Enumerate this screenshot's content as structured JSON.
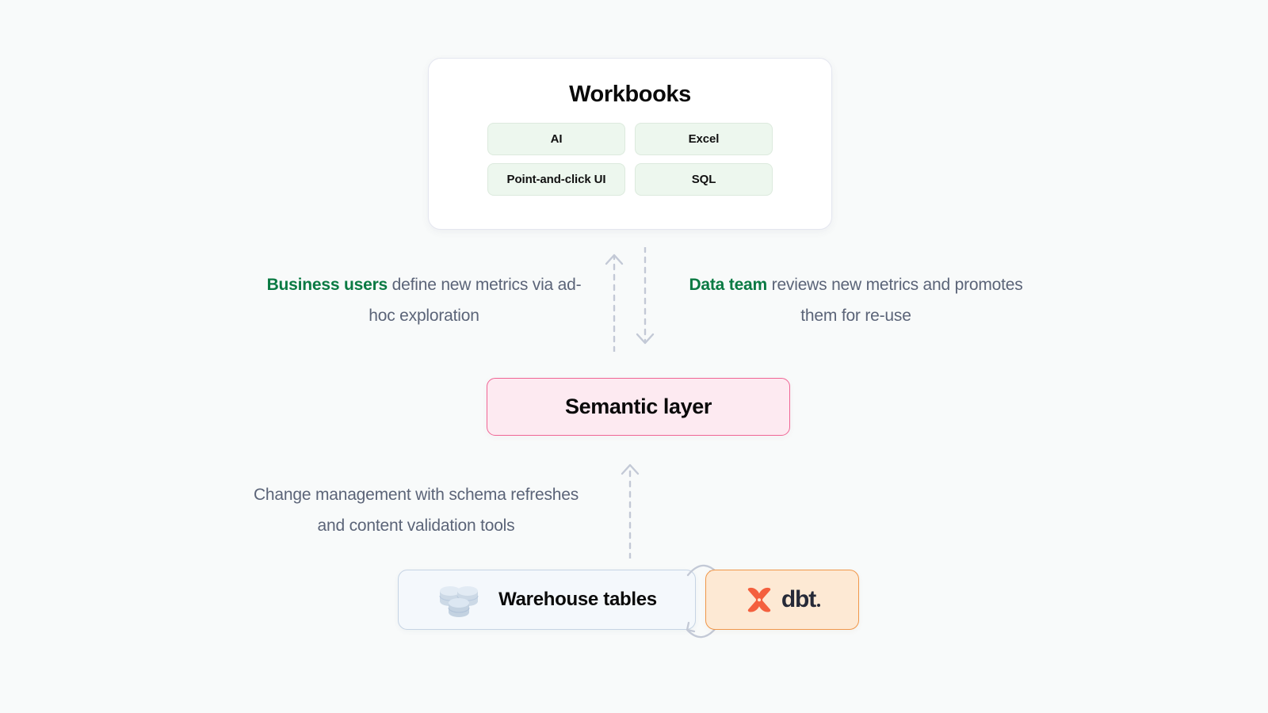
{
  "diagram": {
    "background_color": "#f8fafa",
    "accent_green": "#0a7a43",
    "accent_pink": "#f06595",
    "accent_orange": "#f0974a",
    "accent_blue": "#c6d4e4",
    "arrow_color": "#c3c9d6"
  },
  "workbooks": {
    "title": "Workbooks",
    "pills": [
      {
        "label": "AI"
      },
      {
        "label": "Excel"
      },
      {
        "label": "Point-and-click UI"
      },
      {
        "label": "SQL"
      }
    ]
  },
  "annotations": {
    "business_users": {
      "emphasis": "Business users",
      "rest": " define new metrics via ad-hoc exploration"
    },
    "data_team": {
      "emphasis": "Data team",
      "rest": " reviews new metrics and promotes them for re-use"
    },
    "change_management": {
      "text": "Change management with schema refreshes and content validation tools"
    }
  },
  "semantic_layer": {
    "label": "Semantic layer"
  },
  "warehouse": {
    "label": "Warehouse tables",
    "icon": "database-stack-icon"
  },
  "dbt": {
    "wordmark": "dbt",
    "icon": "dbt-logo-icon"
  },
  "arrows": {
    "up_to_workbooks": "dashed-arrow-up",
    "down_to_semantic_layer": "dashed-arrow-down",
    "up_to_semantic_layer": "dashed-arrow-up",
    "sync_loop": "circular-sync-arrows"
  }
}
